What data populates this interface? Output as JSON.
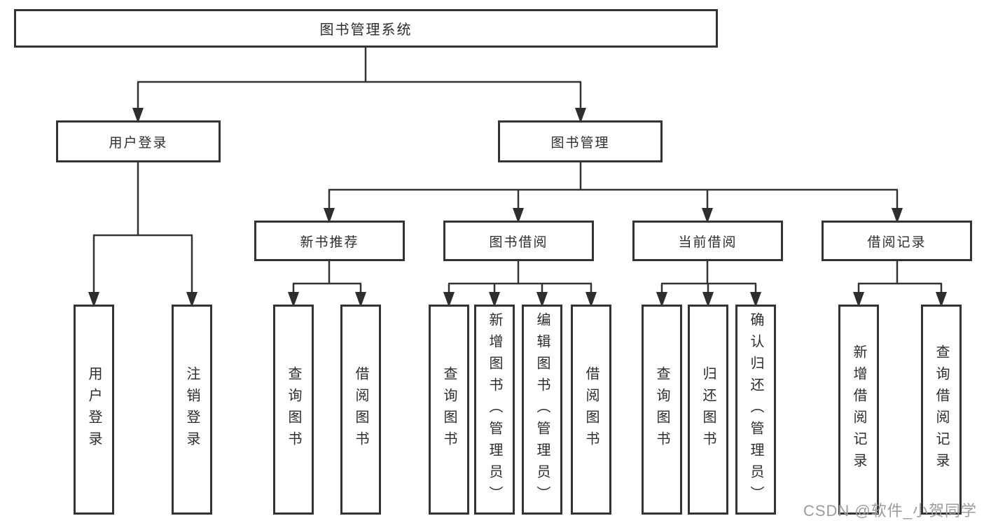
{
  "diagram": {
    "title": "图书管理系统",
    "branches": [
      {
        "label": "用户登录",
        "children": [
          "用户登录",
          "注销登录"
        ]
      },
      {
        "label": "图书管理",
        "sections": [
          {
            "label": "新书推荐",
            "children": [
              "查询图书",
              "借阅图书"
            ]
          },
          {
            "label": "图书借阅",
            "children": [
              "查询图书",
              "新增图书（管理员）",
              "编辑图书（管理员）",
              "借阅图书"
            ]
          },
          {
            "label": "当前借阅",
            "children": [
              "查询图书",
              "归还图书",
              "确认归还（管理员）"
            ]
          },
          {
            "label": "借阅记录",
            "children": [
              "新增借阅记录",
              "查询借阅记录"
            ]
          }
        ]
      }
    ]
  },
  "watermark": {
    "text": "CSDN @软件_小贺同学"
  },
  "colors": {
    "line": "#333333",
    "text": "#2d2d2d",
    "watermark": "#9c9c9c",
    "background": "#ffffff"
  }
}
